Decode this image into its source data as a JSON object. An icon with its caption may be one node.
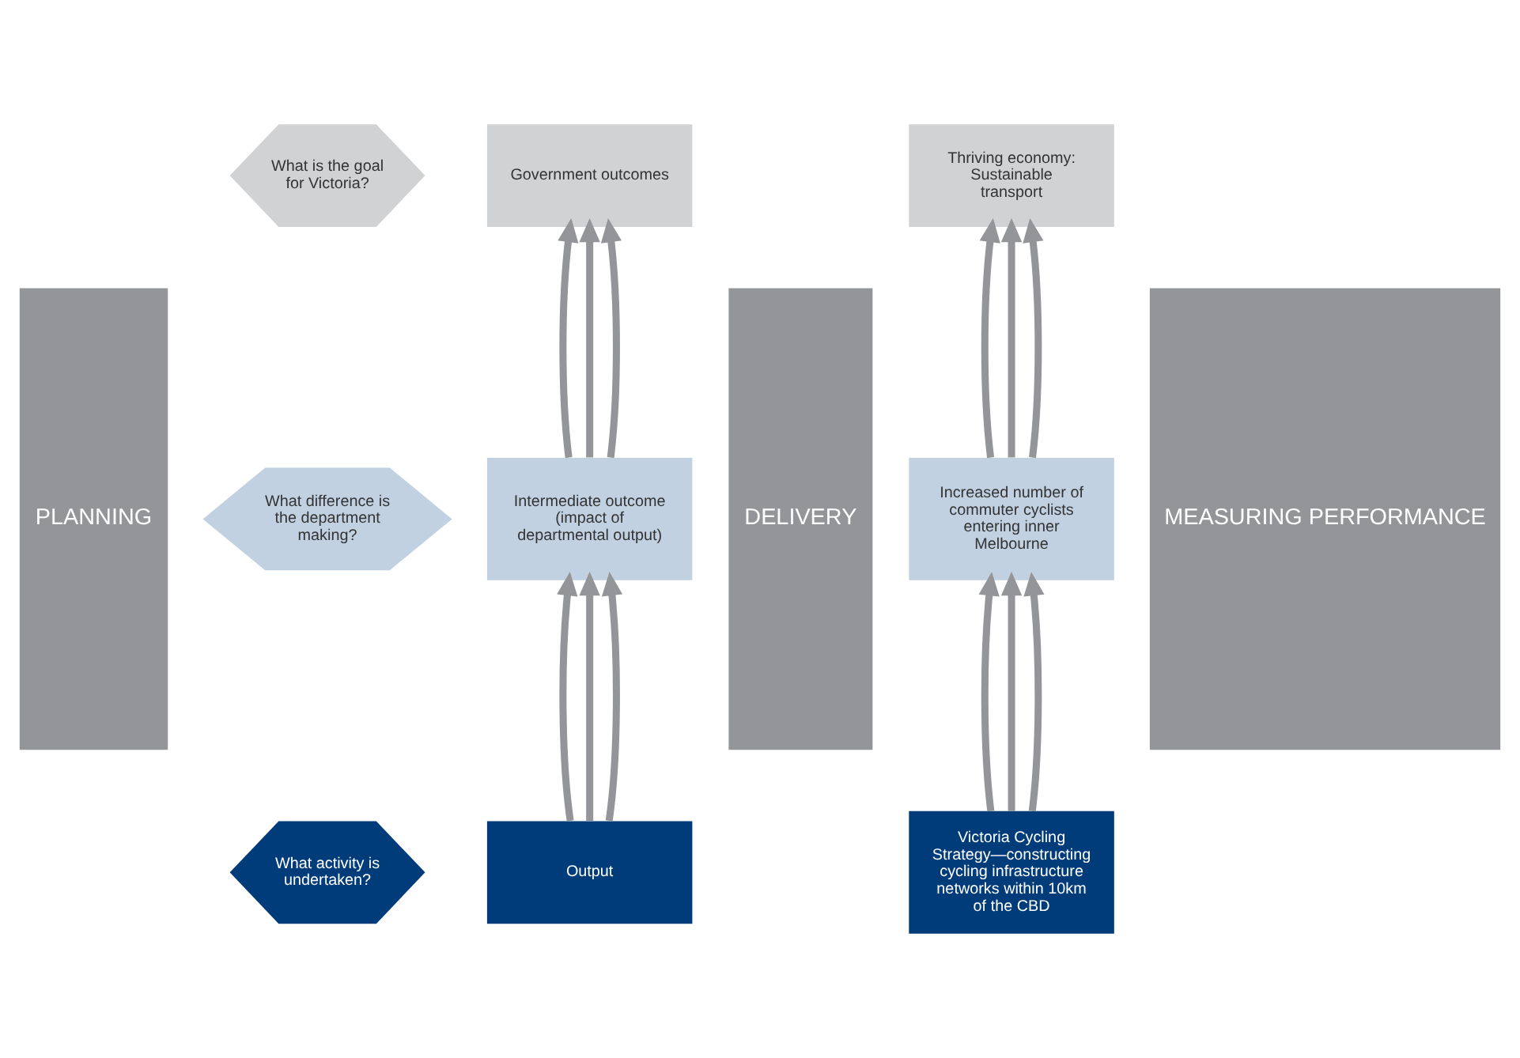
{
  "diagram": {
    "nodes": [
      {
        "text": [
          "PLANNING"
        ]
      },
      {
        "text": [
          "What is the goal for Victoria?"
        ]
      },
      {
        "text": [
          "What difference is the department making?"
        ]
      },
      {
        "text": [
          "What activity is undertaken?"
        ]
      },
      {
        "text": [
          "Government outcomes"
        ]
      },
      {
        "text": [
          "Intermediate outcome (impact of departmental output)"
        ]
      },
      {
        "text": [
          "Output"
        ]
      },
      {
        "text": [
          "DELIVERY"
        ]
      },
      {
        "text": [
          "Thriving economy: Sustainable transport"
        ]
      },
      {
        "text": [
          "Increased number of commuter cyclists entering inner Melbourne"
        ]
      },
      {
        "text": [
          "Victoria Cycling Strategy—constructing cycling infrastructure networks within 10km of the CBD"
        ]
      },
      {
        "text": [
          "MEASURING PERFORMANCE"
        ]
      }
    ],
    "edges": [
      {
        "from": 6,
        "to": 5,
        "arrow": "to"
      },
      {
        "from": 6,
        "to": 5,
        "arrow": "to"
      },
      {
        "from": 6,
        "to": 5,
        "arrow": "to"
      },
      {
        "from": 5,
        "to": 4,
        "arrow": "to"
      },
      {
        "from": 5,
        "to": 4,
        "arrow": "to"
      },
      {
        "from": 5,
        "to": 4,
        "arrow": "to"
      },
      {
        "from": 10,
        "to": 9,
        "arrow": "to"
      },
      {
        "from": 10,
        "to": 9,
        "arrow": "to"
      },
      {
        "from": 10,
        "to": 9,
        "arrow": "to"
      },
      {
        "from": 9,
        "to": 8,
        "arrow": "to"
      },
      {
        "from": 9,
        "to": 8,
        "arrow": "to"
      },
      {
        "from": 9,
        "to": 8,
        "arrow": "to"
      }
    ]
  }
}
